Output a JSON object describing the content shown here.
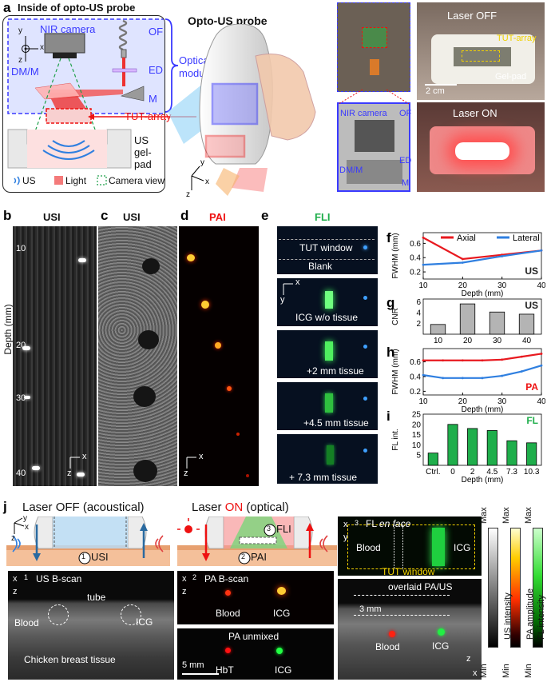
{
  "a": {
    "letter": "a",
    "title": "Inside of opto-US probe",
    "schematic": {
      "nir_camera": "NIR camera",
      "of": "OF",
      "dm": "DM/M",
      "ed": "ED",
      "m": "M",
      "optical_module": "Optical module",
      "tut_array": "TUT-array",
      "us_gelpad": "US gel-pad",
      "legend_us": "US",
      "legend_light": "Light",
      "legend_camera": "Camera view",
      "axis_x": "x",
      "axis_y": "y",
      "axis_z": "z"
    },
    "probe_title": "Opto-US probe",
    "photo": {
      "nir_camera": "NIR camera",
      "of": "OF",
      "dm": "DM/M",
      "ed": "ED",
      "m": "M",
      "laser_off": "Laser OFF",
      "laser_on": "Laser ON",
      "tut_array": "TUT-array",
      "gelpad": "Gel-pad",
      "scalebar": "2 cm"
    }
  },
  "b": {
    "letter": "b",
    "title": "USI",
    "depth_label": "Depth (mm)",
    "ticks": [
      "10",
      "20",
      "30",
      "40"
    ],
    "axis_x": "x",
    "axis_z": "z"
  },
  "c": {
    "letter": "c",
    "title": "USI"
  },
  "d": {
    "letter": "d",
    "title": "PAI",
    "axis_x": "x",
    "axis_z": "z"
  },
  "e": {
    "letter": "e",
    "title": "FLI",
    "tut_window": "TUT window",
    "blank": "Blank",
    "tiles": [
      "ICG w/o tissue",
      "+2 mm tissue",
      "+4.5 mm tissue",
      "+ 7.3 mm tissue"
    ],
    "axis_x": "x",
    "axis_y": "y"
  },
  "f": {
    "letter": "f",
    "tag": "US",
    "chart_data": {
      "type": "line",
      "x": [
        10,
        20,
        30,
        40
      ],
      "series": [
        {
          "name": "Axial",
          "values": [
            0.68,
            0.38,
            0.44,
            0.5
          ],
          "color": "#e8191f"
        },
        {
          "name": "Lateral",
          "values": [
            0.3,
            0.33,
            0.42,
            0.5
          ],
          "color": "#2f7fe0"
        }
      ],
      "xlabel": "Depth (mm)",
      "ylabel": "FWHM (mm)",
      "yticks": [
        0.2,
        0.4,
        0.6
      ],
      "xticks": [
        10,
        20,
        30,
        40
      ],
      "xlim": [
        10,
        40
      ],
      "ylim": [
        0.1,
        0.75
      ]
    }
  },
  "g": {
    "letter": "g",
    "tag": "US",
    "chart_data": {
      "type": "bar",
      "categories": [
        "10",
        "20",
        "30",
        "40"
      ],
      "values": [
        1.8,
        5.6,
        4.1,
        3.7
      ],
      "color": "#b4b4b4",
      "ylabel": "CNR",
      "yticks": [
        2,
        4,
        6
      ],
      "ylim": [
        0,
        6.5
      ]
    }
  },
  "h": {
    "letter": "h",
    "tag": "PA",
    "chart_data": {
      "type": "line",
      "x": [
        10,
        15,
        20,
        25,
        30,
        35,
        40
      ],
      "series": [
        {
          "name": "",
          "values": [
            0.62,
            0.62,
            0.62,
            0.62,
            0.63,
            0.67,
            0.71
          ],
          "color": "#e8191f"
        },
        {
          "name": "",
          "values": [
            0.42,
            0.38,
            0.38,
            0.38,
            0.41,
            0.47,
            0.55
          ],
          "color": "#2f7fe0"
        }
      ],
      "xlabel": "Depth (mm)",
      "ylabel": "FWHM (mm)",
      "yticks": [
        0.2,
        0.4,
        0.6
      ],
      "xticks": [
        10,
        20,
        30,
        40
      ],
      "xlim": [
        10,
        40
      ],
      "ylim": [
        0.15,
        0.78
      ]
    }
  },
  "i": {
    "letter": "i",
    "tag": "FL",
    "chart_data": {
      "type": "bar",
      "categories": [
        "Ctrl.",
        "0",
        "2",
        "4.5",
        "7.3",
        "10.3"
      ],
      "values": [
        6,
        20,
        18,
        17,
        12,
        11
      ],
      "color": "#1fae4b",
      "xlabel": "Depth (mm)",
      "ylabel": "FL int.",
      "yticks": [
        5,
        10,
        15,
        20,
        25
      ],
      "ylim": [
        0,
        25
      ]
    }
  },
  "j": {
    "letter": "j",
    "laser_off_title": "Laser OFF (acoustical)",
    "laser_on_prefix": "Laser ",
    "laser_on_word": "ON",
    "laser_on_suffix": " (optical)",
    "usi": "USI",
    "pai": "PAI",
    "fli": "FLI",
    "n1": "1",
    "n2": "2",
    "n3": "3",
    "us_bscan": "US B-scan",
    "tube": "tube",
    "blood": "Blood",
    "icg": "ICG",
    "chicken": "Chicken breast tissue",
    "pa_bscan": "PA B-scan",
    "pa_unmixed": "PA unmixed",
    "hbt": "HbT",
    "scale_5mm": "5 mm",
    "fl_enface_prefix": "FL ",
    "fl_enface_italic": "en face",
    "tut_window": "TUT window",
    "overlaid": "overlaid PA/US",
    "scale_3mm": "3 mm",
    "colorbars": [
      {
        "label": "US intensity",
        "max": "Max",
        "min": "Min"
      },
      {
        "label": "PA amplitude",
        "max": "Max",
        "min": "Min"
      },
      {
        "label": "FL intensity",
        "max": "Max",
        "min": "Min"
      }
    ],
    "axis_x": "x",
    "axis_y": "y",
    "axis_z": "z"
  }
}
